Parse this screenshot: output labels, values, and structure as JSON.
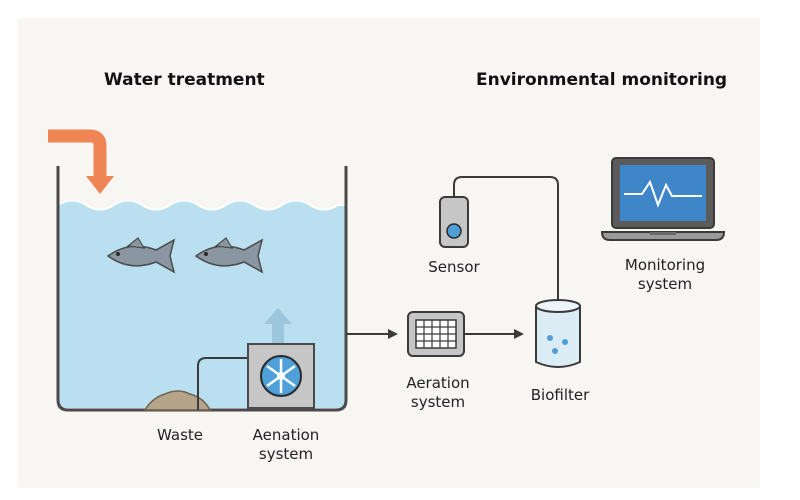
{
  "headings": {
    "left": "Water treatment",
    "right": "Environmental monitoring"
  },
  "labels": {
    "waste": "Waste",
    "aenation_line1": "Aenation",
    "aenation_line2": "system",
    "sensor": "Sensor",
    "monitoring_line1": "Monitoring",
    "monitoring_line2": "system",
    "aeration_line1": "Aeration",
    "aeration_line2": "system",
    "biofilter": "Biofilter"
  },
  "colors": {
    "background": "#f8f6f3",
    "water": "#b9dff0",
    "outline": "#4a4a4a",
    "inlet_arrow": "#ef8455",
    "fish": "#8a96a2",
    "fan_blue": "#4f9fd8",
    "screen_blue": "#3f86c8",
    "up_arrow": "#9cc6dc"
  },
  "icons": [
    "inlet-arrow-icon",
    "fish-icon",
    "fan-icon",
    "sensor-icon",
    "laptop-icon",
    "grid-filter-icon",
    "biofilter-tube-icon",
    "waste-pile-icon"
  ]
}
